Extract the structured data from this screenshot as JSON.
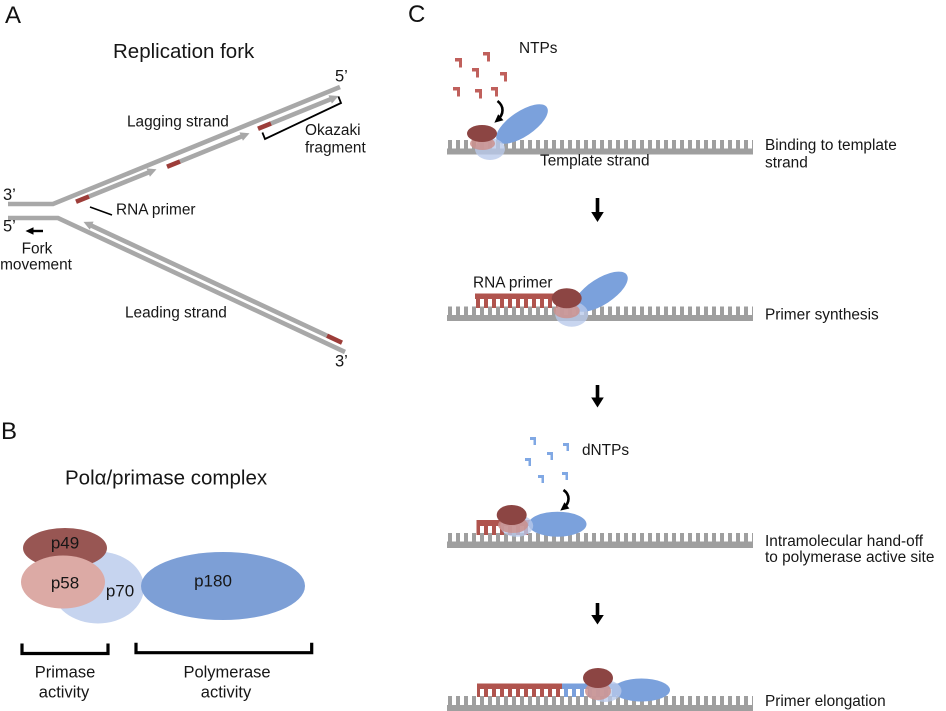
{
  "figure": {
    "colors": {
      "strand_gray": "#a8a8a8",
      "template_gray": "#9f9f9f",
      "primer_red": "#9d3d39",
      "comb_red": "#b0544e",
      "comb_blue": "#7aa0dc",
      "ntp_red": "#c0605c",
      "dntp_blue": "#80a8e4",
      "p49": "#985653",
      "p58": "#dcaaa5",
      "p70": "#c6d4ef",
      "p180": "#7d9fd6",
      "complex_dark_red": "#8c4543",
      "complex_pink": "#cb908d",
      "complex_light_blue": "#b9c9ea",
      "complex_blue": "#7ba1dc"
    },
    "panel_a": {
      "letter": "A",
      "title": "Replication fork",
      "labels": {
        "lagging_strand": "Lagging strand",
        "okazaki_line1": "Okazaki",
        "okazaki_line2": "fragment",
        "five_prime_top": "5’",
        "three_prime_left": "3’",
        "five_prime_left": "5’",
        "rna_primer": "RNA primer",
        "fork_line1": "Fork",
        "fork_line2": "movement",
        "leading_strand": "Leading strand",
        "three_prime_end": "3’"
      }
    },
    "panel_b": {
      "letter": "B",
      "title": "Polα/primase complex",
      "subunits": {
        "p49": "p49",
        "p58": "p58",
        "p70": "p70",
        "p180": "p180"
      },
      "primase_line1": "Primase",
      "primase_line2": "activity",
      "polymerase_line1": "Polymerase",
      "polymerase_line2": "activity"
    },
    "panel_c": {
      "letter": "C",
      "ntps_label": "NTPs",
      "template_strand_label": "Template strand",
      "rna_primer_label": "RNA primer",
      "dntps_label": "dNTPs",
      "captions": {
        "step1_line1": "Binding to template",
        "step1_line2": "strand",
        "step2": "Primer synthesis",
        "step3_line1": "Intramolecular hand-off",
        "step3_line2": "to polymerase active site",
        "step4": "Primer elongation"
      }
    }
  }
}
